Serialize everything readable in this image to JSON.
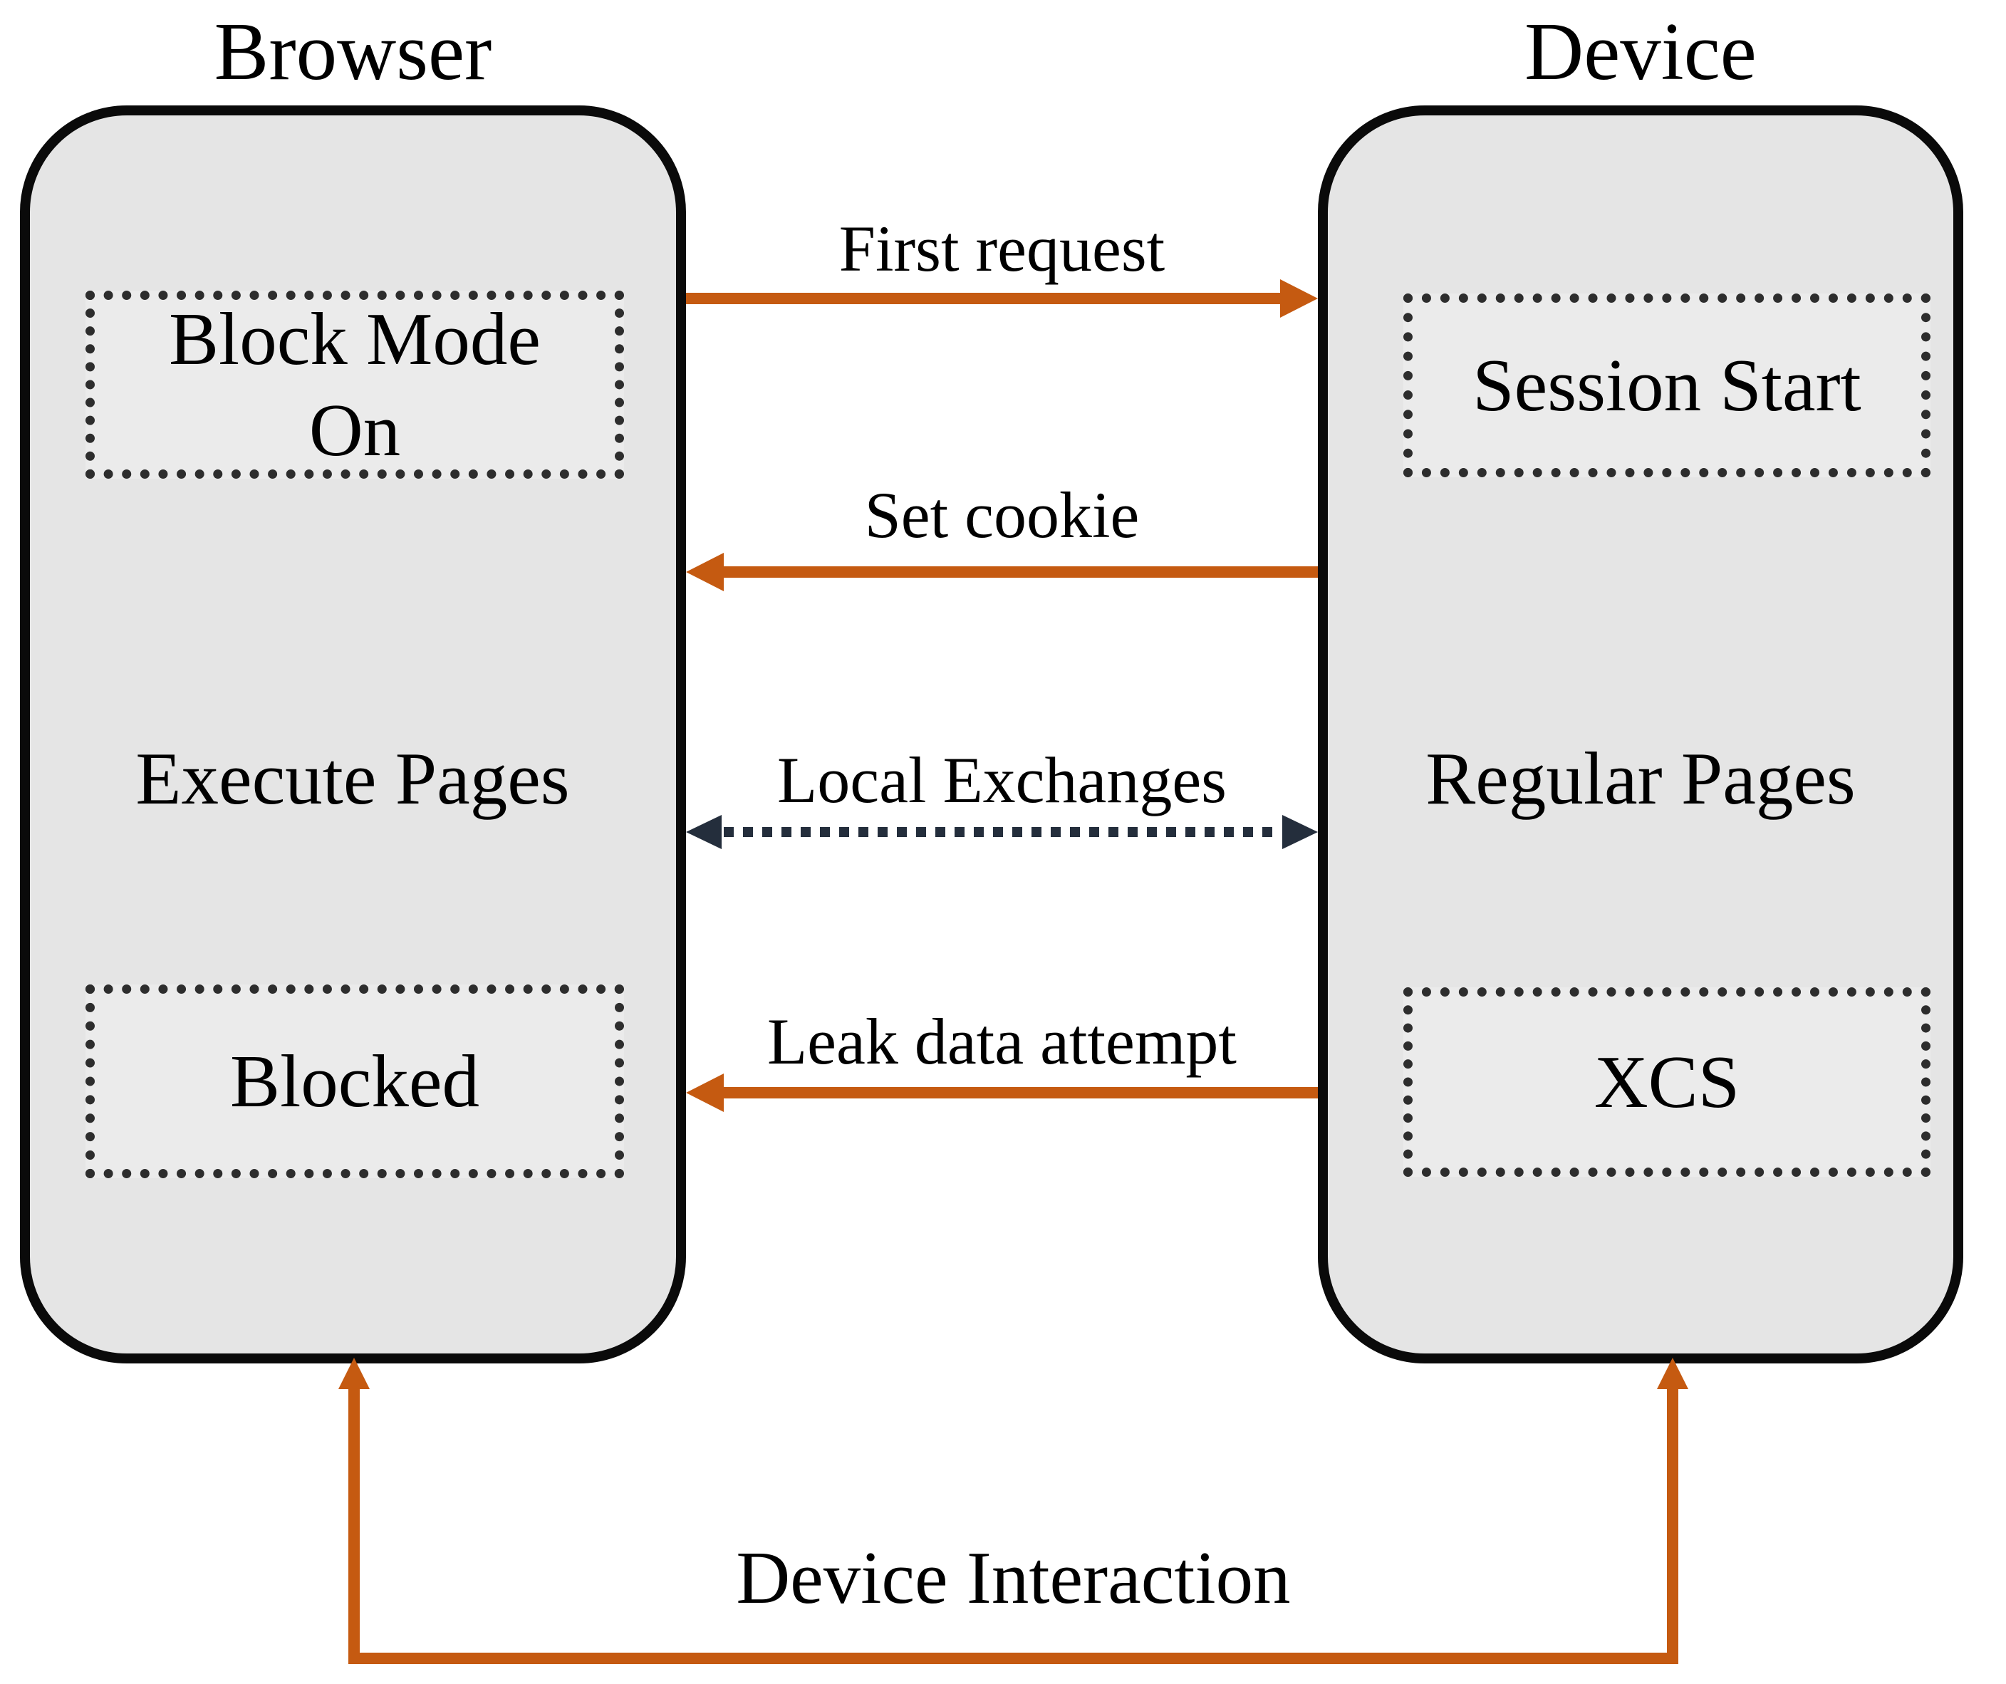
{
  "actors": {
    "browser": {
      "title": "Browser",
      "state_top_line1": "Block Mode",
      "state_top_line2": "On",
      "mid_label": "Execute Pages",
      "state_bottom": "Blocked"
    },
    "device": {
      "title": "Device",
      "state_top": "Session Start",
      "mid_label": "Regular Pages",
      "state_bottom": "XCS"
    }
  },
  "messages": {
    "first_request": {
      "label": "First request",
      "direction": "browser-to-device",
      "style": "solid-orange"
    },
    "set_cookie": {
      "label": "Set cookie",
      "direction": "device-to-browser",
      "style": "solid-orange"
    },
    "local_exchanges": {
      "label": "Local Exchanges",
      "direction": "bidirectional",
      "style": "dashed-dark"
    },
    "leak_data_attempt": {
      "label": "Leak data attempt",
      "direction": "device-to-browser",
      "style": "solid-orange"
    },
    "device_interaction": {
      "label": "Device Interaction",
      "direction": "bidirectional-up-into-both",
      "style": "solid-orange-u-connector"
    }
  },
  "colors": {
    "arrow_orange": "#C55A11",
    "dashed_dark": "#242E3C",
    "box_fill": "#E5E5E5",
    "inner_fill": "#EBEBEB",
    "box_border": "#0A0A0A",
    "dotted_border": "#2D2D2D",
    "text_color": "#000000",
    "page_bg": "#FFFFFF"
  }
}
